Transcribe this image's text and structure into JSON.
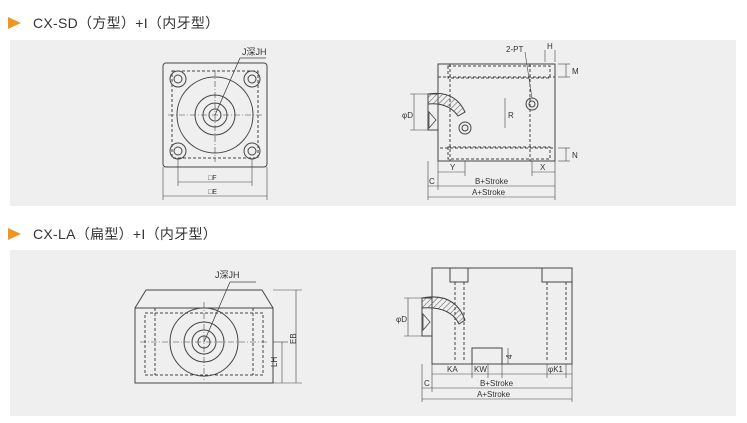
{
  "sections": [
    {
      "title": "CX-SD（方型）+I（内牙型）",
      "front_view": {
        "bore_label": "J深JH",
        "width_dims": [
          "□F",
          "□E"
        ]
      },
      "side_view": {
        "port_label": "2-PT",
        "dims": {
          "h": "H",
          "m": "M",
          "n": "N",
          "phi_d": "φD",
          "r": "R",
          "y": "Y",
          "c": "C",
          "x": "X",
          "b_stroke": "B+Stroke",
          "a_stroke": "A+Stroke"
        }
      }
    },
    {
      "title": "CX-LA（扁型）+I（内牙型）",
      "front_view": {
        "bore_label": "J深JH",
        "height_dims": [
          "LH",
          "EB"
        ]
      },
      "side_view": {
        "dims": {
          "phi_d": "φD",
          "c": "C",
          "ka": "KA",
          "kw": "KW",
          "num4": "4",
          "phi_k1": "φK1",
          "b_stroke": "B+Stroke",
          "a_stroke": "A+Stroke"
        }
      }
    }
  ]
}
